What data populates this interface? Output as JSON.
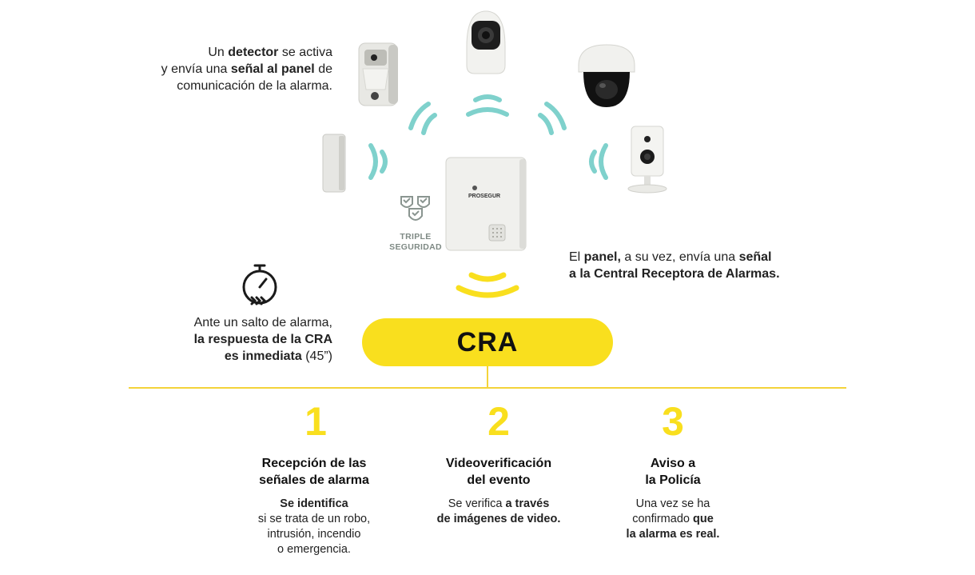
{
  "colors": {
    "yellow": "#f9df1e",
    "teal": "#7fd1cc",
    "line": "#f4d33a"
  },
  "detector_text": {
    "l1a": "Un ",
    "l1b": "detector",
    "l1c": " se activa",
    "l2a": "y envía una ",
    "l2b": "señal al panel",
    "l2c": " de",
    "l3": "comunicación de la alarma."
  },
  "panel_text": {
    "l1a": "El ",
    "l1b": "panel,",
    "l1c": " a su vez, envía una ",
    "l1d": "señal",
    "l2": "a la Central Receptora de Alarmas."
  },
  "cra_text": {
    "l1": "Ante un salto de alarma,",
    "l2": "la respuesta de la CRA",
    "l3a": "es inmediata",
    "l3b": " (45”)"
  },
  "panel_brand": "PROSEGUR",
  "triple": {
    "l1": "TRIPLE",
    "l2": "SEGURIDAD"
  },
  "cra_label": "CRA",
  "steps": [
    {
      "num": "1",
      "title1": "Recepción de las",
      "title2": "señales de alarma",
      "d1b": "Se identifica",
      "d2": "si se trata de un robo,",
      "d3": "intrusión, incendio",
      "d4": "o emergencia."
    },
    {
      "num": "2",
      "title1": "Videoverificación",
      "title2": "del evento",
      "d1a": "Se verifica ",
      "d1b": "a través",
      "d2b": "de imágenes de video."
    },
    {
      "num": "3",
      "title1": "Aviso a",
      "title2": "la Policía",
      "d1": "Una vez se ha",
      "d2a": "confirmado ",
      "d2b": "que",
      "d3b": "la alarma es real."
    }
  ],
  "icons": [
    "motion-detector-icon",
    "door-contact-icon",
    "dome-camera-icon",
    "indoor-camera-icon",
    "cube-camera-icon",
    "alarm-panel-icon",
    "stopwatch-icon",
    "triple-shield-icon",
    "wave-signal-icon"
  ]
}
